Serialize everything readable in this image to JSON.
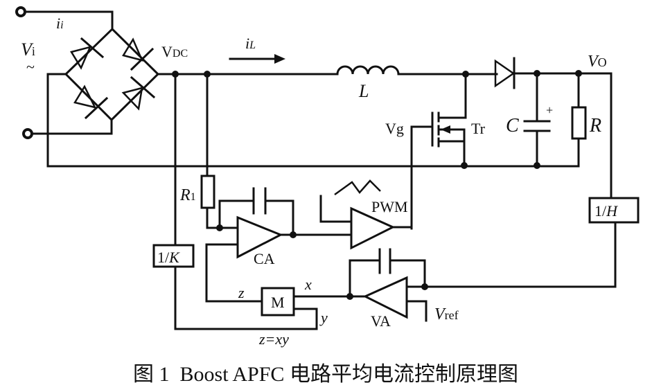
{
  "diagram": {
    "caption": "图 1  Boost APFC 电路平均电流控制原理图",
    "labels": {
      "input_current": "i",
      "input_current_sub": "i",
      "input_voltage": "V",
      "input_voltage_sub": "i",
      "ac_symbol": "~",
      "rectified_voltage": "V",
      "rectified_voltage_sub": "DC",
      "inductor_current": "i",
      "inductor_current_sub": "L",
      "inductor": "L",
      "gate_voltage": "Vg",
      "switch": "Tr",
      "capacitor": "C",
      "capacitor_polarity": "+",
      "load": "R",
      "output_voltage": "V",
      "output_voltage_sub": "O",
      "sense_resistor": "R",
      "sense_resistor_sub": "1",
      "current_amp": "CA",
      "pwm": "PWM",
      "voltage_amp": "VA",
      "multiplier": "M",
      "mult_in_x": "x",
      "mult_in_y": "y",
      "mult_out_z": "z",
      "mult_equation": "z=xy",
      "ref_voltage": "V",
      "ref_voltage_sub": "ref",
      "k_block_num": "1/",
      "k_block_var": "K",
      "h_block_num": "1/",
      "h_block_var": "H"
    }
  }
}
